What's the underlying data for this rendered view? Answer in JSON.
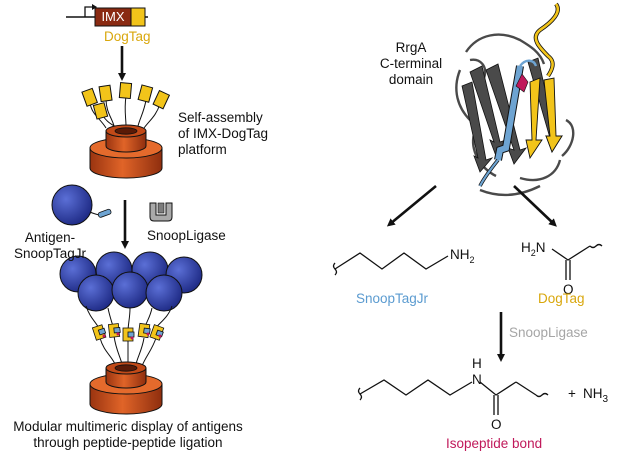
{
  "colors": {
    "dogtag": "#f2c41a",
    "snooptagjr": "#6ea4d2",
    "isopeptide": "#c0185a",
    "snoopligase": "#a9a9a9",
    "imx_brown": "#8a2a12",
    "platform_orange": "#d4501e",
    "antigen_blue": "#2a3aa3",
    "protein_grey": "#4a4a4a"
  },
  "icons": [
    "promoter-arrow-icon",
    "ring-platform-icon",
    "antigen-sphere-icon",
    "snoopligase-clamp-icon",
    "protein-ribbon-icon",
    "wavy-bond-icon"
  ],
  "left": {
    "gene_label": "IMX",
    "dogtag_label": "DogTag",
    "self_assembly": [
      "Self-assembly",
      "of IMX-DogTag",
      "platform"
    ],
    "antigen_label": [
      "Antigen-",
      "SnoopTagJr"
    ],
    "snoopligase_label": "SnoopLigase",
    "caption": [
      "Modular multimeric display of antigens",
      "through peptide-peptide ligation"
    ]
  },
  "right": {
    "protein_label": [
      "RrgA",
      "C-terminal",
      "domain"
    ],
    "snooptagjr_label": "SnoopTagJr",
    "dogtag_label": "DogTag",
    "amine": {
      "base": "NH",
      "sub": "2"
    },
    "amide": {
      "h": "H",
      "sub": "2",
      "n": "N"
    },
    "oxygen": "O",
    "snoopligase_label": "SnoopLigase",
    "nh_label": "N",
    "h_label": "H",
    "plus": "+",
    "ammonia": {
      "base": "NH",
      "sub": "3"
    },
    "bond_label": "Isopeptide bond"
  }
}
